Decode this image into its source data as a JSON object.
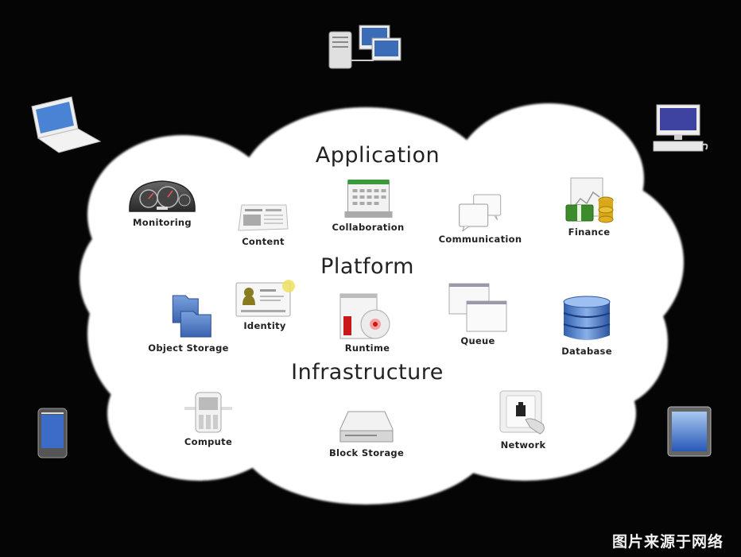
{
  "diagram": {
    "type": "cloud-computing-stack",
    "layers": [
      {
        "title": "Application",
        "services": [
          {
            "label": "Monitoring",
            "icon": "dashboard-gauge-icon"
          },
          {
            "label": "Content",
            "icon": "newspaper-icon"
          },
          {
            "label": "Collaboration",
            "icon": "calendar-icon"
          },
          {
            "label": "Communication",
            "icon": "chat-bubbles-icon"
          },
          {
            "label": "Finance",
            "icon": "money-chart-icon"
          }
        ]
      },
      {
        "title": "Platform",
        "services": [
          {
            "label": "Object Storage",
            "icon": "folders-icon"
          },
          {
            "label": "Identity",
            "icon": "id-card-icon"
          },
          {
            "label": "Runtime",
            "icon": "software-box-cd-icon"
          },
          {
            "label": "Queue",
            "icon": "stacked-windows-icon"
          },
          {
            "label": "Database",
            "icon": "database-cylinder-icon"
          }
        ]
      },
      {
        "title": "Infrastructure",
        "services": [
          {
            "label": "Compute",
            "icon": "server-chip-icon"
          },
          {
            "label": "Block Storage",
            "icon": "hard-drive-icon"
          },
          {
            "label": "Network",
            "icon": "network-port-icon"
          }
        ]
      }
    ],
    "client_devices": [
      {
        "name": "server-and-desktops",
        "icon": "server-desktops-icon"
      },
      {
        "name": "laptop",
        "icon": "laptop-icon"
      },
      {
        "name": "desktop",
        "icon": "desktop-computer-icon"
      },
      {
        "name": "phone",
        "icon": "smartphone-icon"
      },
      {
        "name": "tablet",
        "icon": "tablet-icon"
      }
    ]
  },
  "watermark": "图片来源于网络",
  "colors": {
    "background": "#050505",
    "cloud": "#ffffff",
    "text": "#222222",
    "device_screen": "#4a78c8"
  }
}
